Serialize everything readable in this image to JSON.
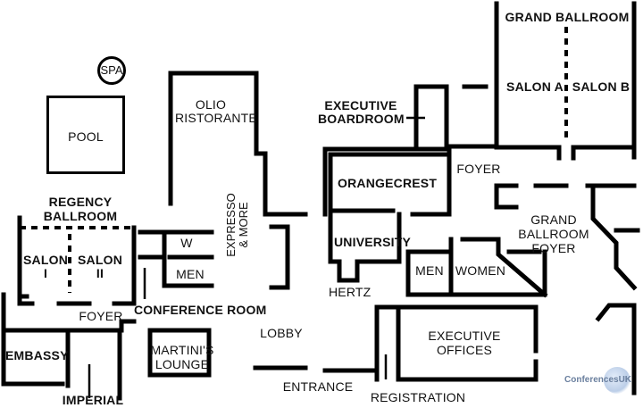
{
  "title": "GRAND BALLROOM",
  "rooms": {
    "spa": "SPA",
    "pool": "POOL",
    "olio_line1": "OLIO",
    "olio_line2": "RISTORANTE",
    "executive_line1": "EXECUTIVE",
    "executive_line2": "BOARDROOM",
    "salon_a": "SALON A",
    "salon_b": "SALON B",
    "foyer_top": "FOYER",
    "orangecrest": "ORANGECREST",
    "regency_line1": "REGENCY",
    "regency_line2": "BALLROOM",
    "w": "W",
    "men_left": "MEN",
    "expresso_line1": "EXPRESSO",
    "expresso_line2": "& MORE",
    "salon_i_line1": "SALON",
    "salon_i_line2": "I",
    "salon_ii_line1": "SALON",
    "salon_ii_line2": "II",
    "university": "UNIVERSITY",
    "grand_foyer_line1": "GRAND",
    "grand_foyer_line2": "BALLROOM",
    "grand_foyer_line3": "FOYER",
    "men_right": "MEN",
    "women": "WOMEN",
    "hertz": "HERTZ",
    "foyer_left": "FOYER",
    "conference_room": "CONFERENCE ROOM",
    "lobby": "LOBBY",
    "martini_line1": "MARTINI'S",
    "martini_line2": "LOUNGE",
    "embassy": "EMBASSY",
    "executive_offices_line1": "EXECUTIVE",
    "executive_offices_line2": "OFFICES",
    "entrance": "ENTRANCE",
    "registration": "REGISTRATION",
    "imperial": "IMPERIAL"
  },
  "watermark": "ConferencesUK"
}
